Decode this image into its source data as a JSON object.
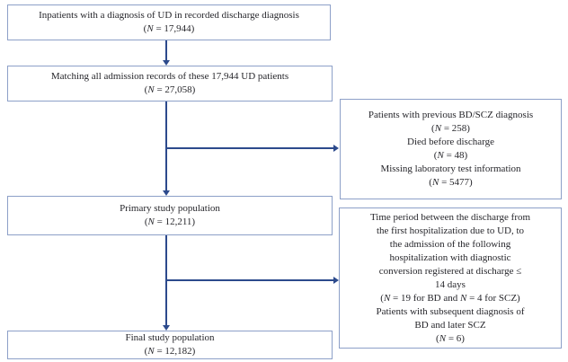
{
  "figure": {
    "colors": {
      "border": "#8da0c8",
      "arrow": "#2c4a8c",
      "text": "#26262b",
      "bg": "#ffffff"
    }
  },
  "flowchart": {
    "boxes": {
      "inpatients": {
        "lines": [
          [
            {
              "t": "Inpatients with a diagnosis of UD in recorded discharge diagnosis"
            }
          ],
          [
            {
              "t": "("
            },
            {
              "t": "N",
              "i": true
            },
            {
              "t": " = 17,944)"
            }
          ]
        ]
      },
      "matching": {
        "lines": [
          [
            {
              "t": "Matching all admission records of these 17,944 UD patients"
            }
          ],
          [
            {
              "t": "("
            },
            {
              "t": "N",
              "i": true
            },
            {
              "t": " = 27,058)"
            }
          ]
        ]
      },
      "primary": {
        "lines": [
          [
            {
              "t": "Primary study population"
            }
          ],
          [
            {
              "t": "("
            },
            {
              "t": "N",
              "i": true
            },
            {
              "t": " = 12,211)"
            }
          ]
        ]
      },
      "final": {
        "lines": [
          [
            {
              "t": "Final study population"
            }
          ],
          [
            {
              "t": "("
            },
            {
              "t": "N",
              "i": true
            },
            {
              "t": " = 12,182)"
            }
          ]
        ]
      },
      "exclusion1": {
        "lines": [
          [
            {
              "t": "Patients with previous BD/SCZ diagnosis"
            }
          ],
          [
            {
              "t": "("
            },
            {
              "t": "N",
              "i": true
            },
            {
              "t": " = 258)"
            }
          ],
          [
            {
              "t": "Died before discharge"
            }
          ],
          [
            {
              "t": "("
            },
            {
              "t": "N",
              "i": true
            },
            {
              "t": " = 48)"
            }
          ],
          [
            {
              "t": "Missing laboratory test information"
            }
          ],
          [
            {
              "t": "("
            },
            {
              "t": "N",
              "i": true
            },
            {
              "t": " = 5477)"
            }
          ]
        ]
      },
      "exclusion2": {
        "lines": [
          [
            {
              "t": "Time period between the discharge from"
            }
          ],
          [
            {
              "t": "the first hospitalization due to UD, to"
            }
          ],
          [
            {
              "t": "the admission of the following"
            }
          ],
          [
            {
              "t": "hospitalization with diagnostic"
            }
          ],
          [
            {
              "t": "conversion registered at discharge ≤"
            }
          ],
          [
            {
              "t": "14 days"
            }
          ],
          [
            {
              "t": "("
            },
            {
              "t": "N",
              "i": true
            },
            {
              "t": " = 19 for BD and "
            },
            {
              "t": "N",
              "i": true
            },
            {
              "t": " = 4 for SCZ)"
            }
          ],
          [
            {
              "t": "Patients with subsequent diagnosis of"
            }
          ],
          [
            {
              "t": "BD and later SCZ"
            }
          ],
          [
            {
              "t": "("
            },
            {
              "t": "N",
              "i": true
            },
            {
              "t": " = 6)"
            }
          ]
        ]
      }
    }
  }
}
